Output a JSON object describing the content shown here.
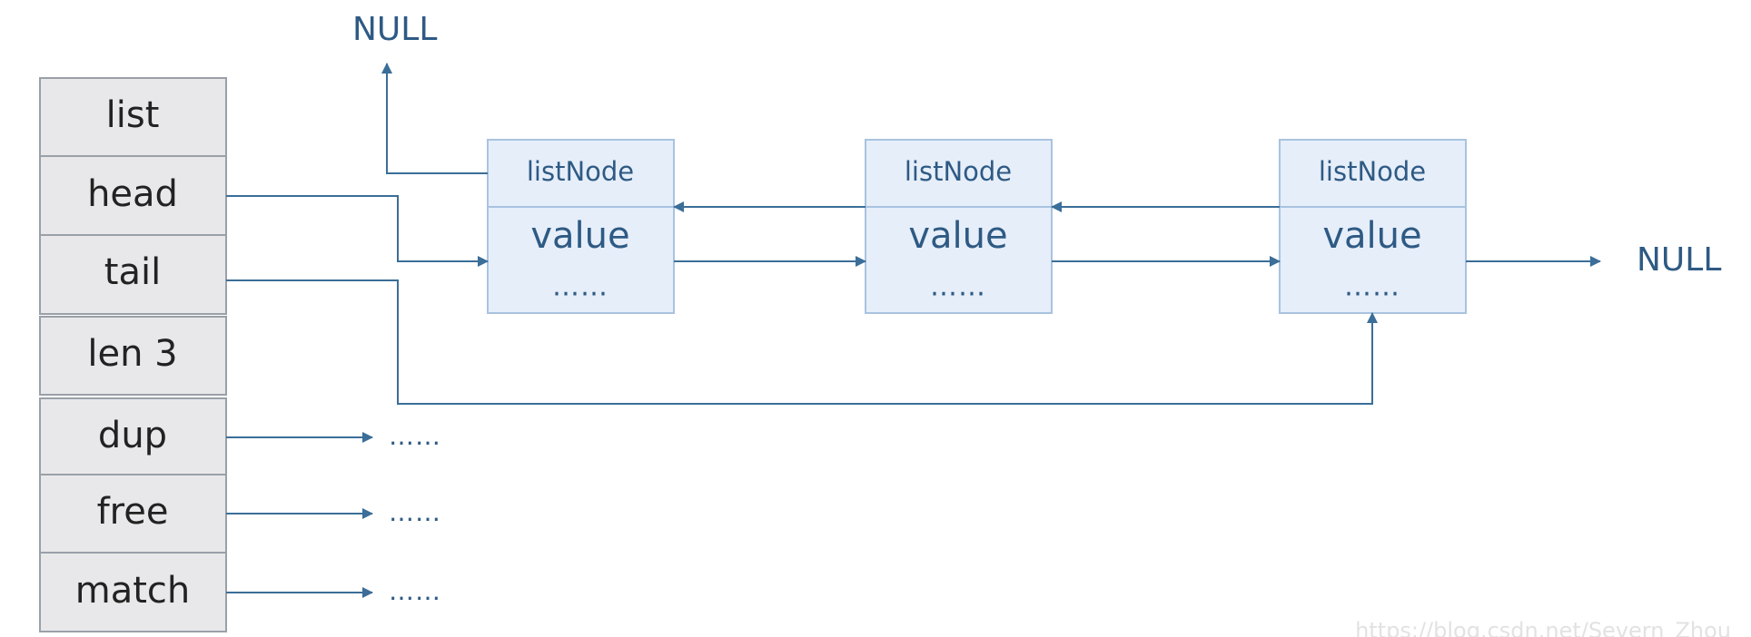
{
  "list_struct": {
    "title": "list",
    "fields": [
      "head",
      "tail",
      "len 3",
      "dup",
      "free",
      "match"
    ]
  },
  "nodes": [
    {
      "title": "listNode",
      "value": "value",
      "more": "……"
    },
    {
      "title": "listNode",
      "value": "value",
      "more": "……"
    },
    {
      "title": "listNode",
      "value": "value",
      "more": "……"
    }
  ],
  "null_top": "NULL",
  "null_right": "NULL",
  "function_targets": {
    "dup": "……",
    "free": "……",
    "match": "……"
  },
  "watermark": "https://blog.csdn.net/Severn_Zhou",
  "colors": {
    "line": "#3b6e98",
    "node_fill": "#e6eef9",
    "node_stroke": "#a9c3e0",
    "cell_fill": "#e8e8ea",
    "text_blue": "#2e5a84"
  }
}
